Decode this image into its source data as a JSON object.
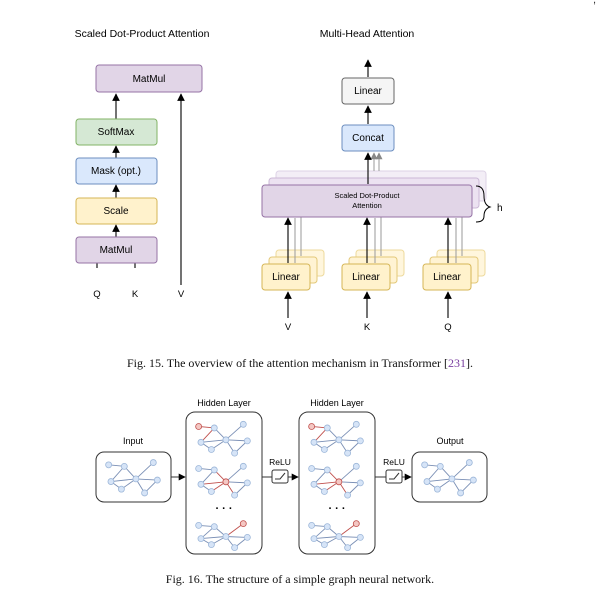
{
  "figure15": {
    "left_title": "Scaled Dot-Product Attention",
    "right_title": "Multi-Head Attention",
    "left": {
      "matmul_top": "MatMul",
      "softmax": "SoftMax",
      "mask": "Mask (opt.)",
      "scale": "Scale",
      "matmul_bottom": "MatMul",
      "q": "Q",
      "k": "K",
      "v": "V"
    },
    "right": {
      "linear_top": "Linear",
      "concat": "Concat",
      "sdpa_line1": "Scaled Dot-Product",
      "sdpa_line2": "Attention",
      "h": "h",
      "linear_v": "Linear",
      "linear_k": "Linear",
      "linear_q": "Linear",
      "v": "V",
      "k": "K",
      "q": "Q"
    },
    "caption_prefix": "Fig. 15.  The overview of the attention mechanism in Transformer [",
    "caption_ref": "231",
    "caption_suffix": "]."
  },
  "figure16": {
    "input": "Input",
    "hidden1": "Hidden Layer",
    "hidden2": "Hidden Layer",
    "relu1": "ReLU",
    "relu2": "ReLU",
    "output": "Output",
    "dots1": "· · ·",
    "dots2": "· · ·",
    "caption": "Fig. 16.  The structure of a simple graph neural network."
  },
  "colors": {
    "purple_fill": "#e1d5e7",
    "purple_stroke": "#9673a6",
    "green_fill": "#d5e8d4",
    "green_stroke": "#82b366",
    "blue_fill": "#dae8fc",
    "blue_stroke": "#6c8ebf",
    "yellow_fill": "#fff2cc",
    "yellow_stroke": "#d6b656",
    "grey_fill": "#f5f5f5",
    "grey_stroke": "#666666",
    "node_fill": "#d6e4f7",
    "node_stroke": "#9db7d9",
    "red_edge": "#c0504d",
    "blue_edge": "#7a8fb5"
  }
}
